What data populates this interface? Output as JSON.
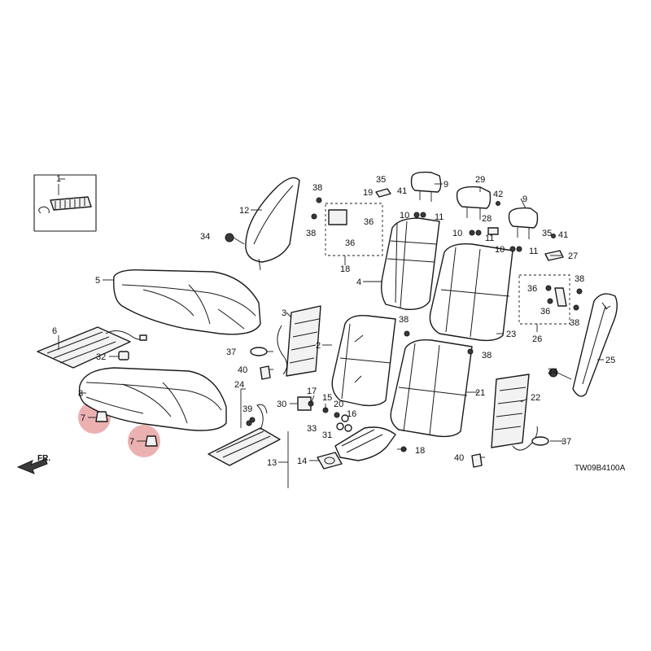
{
  "diagram_code": "TW09B4100A",
  "direction_label": "FR.",
  "callouts": [
    {
      "id": "c1",
      "label": "1"
    },
    {
      "id": "c2",
      "label": "2"
    },
    {
      "id": "c3",
      "label": "3"
    },
    {
      "id": "c4",
      "label": "4"
    },
    {
      "id": "c5",
      "label": "5"
    },
    {
      "id": "c6",
      "label": "6"
    },
    {
      "id": "c7a",
      "label": "7",
      "highlighted": true
    },
    {
      "id": "c7b",
      "label": "7",
      "highlighted": true
    },
    {
      "id": "c8",
      "label": "8"
    },
    {
      "id": "c9a",
      "label": "9"
    },
    {
      "id": "c9b",
      "label": "9"
    },
    {
      "id": "c10a",
      "label": "10"
    },
    {
      "id": "c10b",
      "label": "10"
    },
    {
      "id": "c10c",
      "label": "10"
    },
    {
      "id": "c11a",
      "label": "11"
    },
    {
      "id": "c11b",
      "label": "11"
    },
    {
      "id": "c11c",
      "label": "11"
    },
    {
      "id": "c12",
      "label": "12"
    },
    {
      "id": "c13",
      "label": "13"
    },
    {
      "id": "c14",
      "label": "14"
    },
    {
      "id": "c15",
      "label": "15"
    },
    {
      "id": "c16",
      "label": "16"
    },
    {
      "id": "c17",
      "label": "17"
    },
    {
      "id": "c18a",
      "label": "18"
    },
    {
      "id": "c18b",
      "label": "18"
    },
    {
      "id": "c19",
      "label": "19"
    },
    {
      "id": "c20",
      "label": "20"
    },
    {
      "id": "c21",
      "label": "21"
    },
    {
      "id": "c22",
      "label": "22"
    },
    {
      "id": "c23",
      "label": "23"
    },
    {
      "id": "c24",
      "label": "24"
    },
    {
      "id": "c25",
      "label": "25"
    },
    {
      "id": "c26",
      "label": "26"
    },
    {
      "id": "c27",
      "label": "27"
    },
    {
      "id": "c28",
      "label": "28"
    },
    {
      "id": "c29",
      "label": "29"
    },
    {
      "id": "c30",
      "label": "30"
    },
    {
      "id": "c31",
      "label": "31"
    },
    {
      "id": "c32",
      "label": "32"
    },
    {
      "id": "c33",
      "label": "33"
    },
    {
      "id": "c34a",
      "label": "34"
    },
    {
      "id": "c34b",
      "label": "34"
    },
    {
      "id": "c35a",
      "label": "35"
    },
    {
      "id": "c35b",
      "label": "35"
    },
    {
      "id": "c36a",
      "label": "36"
    },
    {
      "id": "c36b",
      "label": "36"
    },
    {
      "id": "c36c",
      "label": "36"
    },
    {
      "id": "c36d",
      "label": "36"
    },
    {
      "id": "c37a",
      "label": "37"
    },
    {
      "id": "c37b",
      "label": "37"
    },
    {
      "id": "c38a",
      "label": "38"
    },
    {
      "id": "c38b",
      "label": "38"
    },
    {
      "id": "c38c",
      "label": "38"
    },
    {
      "id": "c38d",
      "label": "38"
    },
    {
      "id": "c38e",
      "label": "38"
    },
    {
      "id": "c38f",
      "label": "38"
    },
    {
      "id": "c39",
      "label": "39"
    },
    {
      "id": "c40a",
      "label": "40"
    },
    {
      "id": "c40b",
      "label": "40"
    },
    {
      "id": "c41a",
      "label": "41"
    },
    {
      "id": "c41b",
      "label": "41"
    },
    {
      "id": "c42",
      "label": "42"
    }
  ],
  "colors": {
    "line": "#1a1a1a",
    "highlight": "#e8a3a3",
    "background": "#ffffff"
  }
}
